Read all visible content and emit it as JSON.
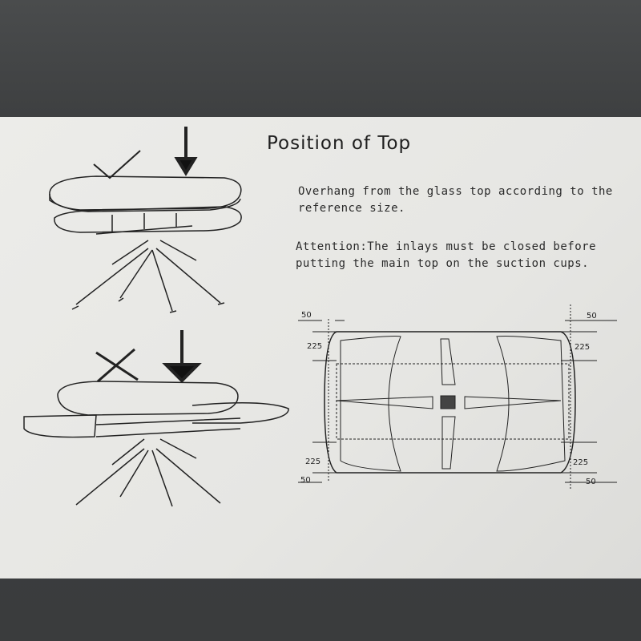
{
  "card": {
    "title": "Position of Top",
    "instruction_1": "Overhang from the glass top according to the reference size.",
    "instruction_2": "Attention:The inlays must be closed before putting the main top on the suction cups.",
    "correct_icon": "checkmark-icon",
    "incorrect_icon": "cross-icon",
    "dimensions": {
      "top_left_overhang": "50",
      "top_right_overhang": "50",
      "upper_left_depth": "225",
      "upper_right_depth": "225",
      "lower_left_depth": "225",
      "lower_right_depth": "225",
      "bottom_left_overhang": "50",
      "bottom_right_overhang": "50"
    }
  }
}
